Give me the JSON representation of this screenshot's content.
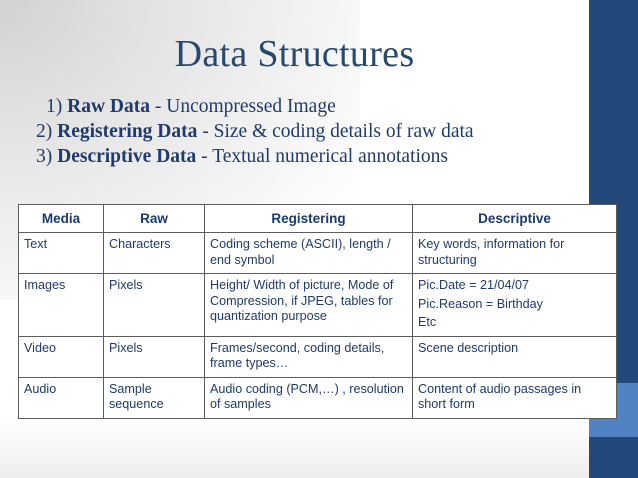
{
  "slide": {
    "title": "Data Structures",
    "bullets": [
      {
        "num": "1)",
        "term": "Raw Data",
        "rest": " - Uncompressed Image"
      },
      {
        "num": "2)",
        "term": "Registering Data",
        "rest": " - Size & coding details of raw data"
      },
      {
        "num": "3)",
        "term": "Descriptive Data",
        "rest": " - Textual numerical annotations"
      }
    ],
    "table": {
      "headers": [
        "Media",
        "Raw",
        "Registering",
        "Descriptive"
      ],
      "rows": [
        {
          "media": "Text",
          "raw": "Characters",
          "registering": "Coding scheme (ASCII), length / end symbol",
          "descriptive": "Key words, information for structuring"
        },
        {
          "media": "Images",
          "raw": "Pixels",
          "registering": "Height/ Width of picture, Mode of Compression, if JPEG, tables for quantization purpose",
          "descriptive_lines": [
            "Pic.Date = 21/04/07",
            "Pic.Reason = Birthday",
            "Etc"
          ]
        },
        {
          "media": "Video",
          "raw": "Pixels",
          "registering": "Frames/second, coding details, frame types…",
          "descriptive": "Scene description"
        },
        {
          "media": "Audio",
          "raw": "Sample sequence",
          "registering": "Audio coding (PCM,…) , resolution of samples",
          "descriptive": "Content of audio passages in short form"
        }
      ]
    },
    "decor": {
      "band_color": "#23497b",
      "accent_color": "#5183c4",
      "title_color": "#27486f",
      "text_color": "#1f3b6b"
    }
  }
}
